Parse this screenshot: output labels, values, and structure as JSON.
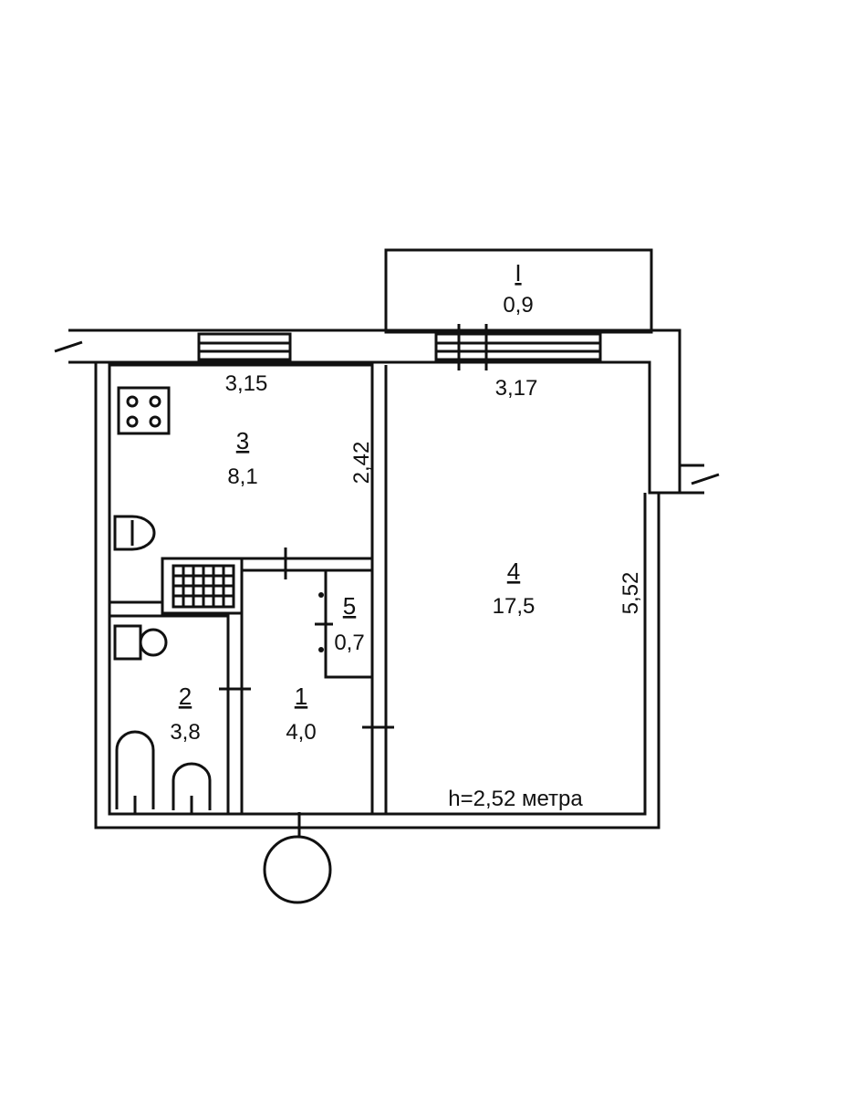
{
  "plan": {
    "rooms": [
      {
        "id": "balcony",
        "number": "I",
        "area": "0,9"
      },
      {
        "id": "kitchen",
        "number": "3",
        "area": "8,1"
      },
      {
        "id": "living",
        "number": "4",
        "area": "17,5"
      },
      {
        "id": "pantry",
        "number": "5",
        "area": "0,7"
      },
      {
        "id": "bathroom",
        "number": "2",
        "area": "3,8"
      },
      {
        "id": "hall",
        "number": "1",
        "area": "4,0"
      }
    ],
    "dimensions": {
      "kitchen_width": "3,15",
      "kitchen_depth": "2,42",
      "living_width": "3,17",
      "living_depth": "5,52"
    },
    "ceiling_height": "h=2,52 метра"
  }
}
